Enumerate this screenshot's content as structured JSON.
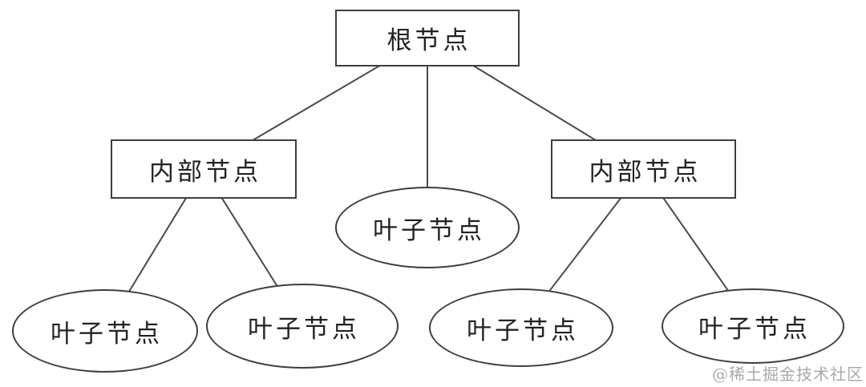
{
  "diagram": {
    "type": "tree",
    "nodes": {
      "root": {
        "label": "根节点",
        "shape": "rectangle"
      },
      "internal_left": {
        "label": "内部节点",
        "shape": "rectangle"
      },
      "internal_right": {
        "label": "内部节点",
        "shape": "rectangle"
      },
      "leaf_middle": {
        "label": "叶子节点",
        "shape": "ellipse"
      },
      "leaf_1": {
        "label": "叶子节点",
        "shape": "ellipse"
      },
      "leaf_2": {
        "label": "叶子节点",
        "shape": "ellipse"
      },
      "leaf_3": {
        "label": "叶子节点",
        "shape": "ellipse"
      },
      "leaf_4": {
        "label": "叶子节点",
        "shape": "ellipse"
      }
    },
    "edges": [
      {
        "from": "root",
        "to": "internal_left"
      },
      {
        "from": "root",
        "to": "leaf_middle"
      },
      {
        "from": "root",
        "to": "internal_right"
      },
      {
        "from": "internal_left",
        "to": "leaf_1"
      },
      {
        "from": "internal_left",
        "to": "leaf_2"
      },
      {
        "from": "internal_right",
        "to": "leaf_3"
      },
      {
        "from": "internal_right",
        "to": "leaf_4"
      }
    ],
    "colors": {
      "background": "#ffffff",
      "node_border": "#3e3e3e",
      "edge_line": "#4a4a4a",
      "text": "#222222",
      "watermark": "#a9a9a9"
    }
  },
  "watermark": {
    "text": "@稀土掘金技术社区"
  }
}
